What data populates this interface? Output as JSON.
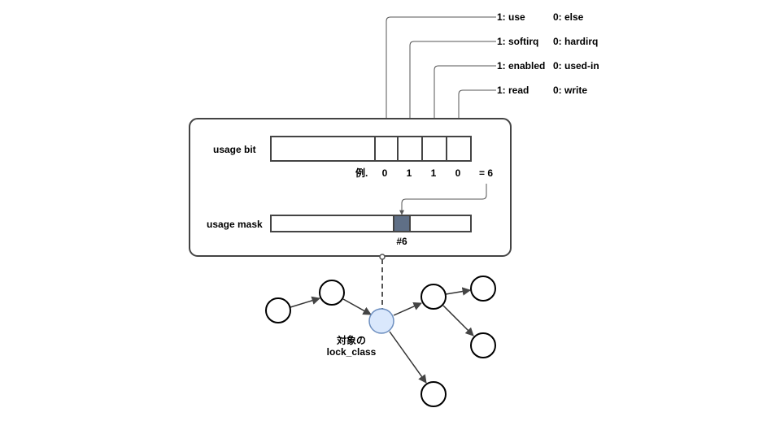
{
  "legend": [
    {
      "one": "1: use",
      "zero": "0: else"
    },
    {
      "one": "1: softirq",
      "zero": "0: hardirq"
    },
    {
      "one": "1: enabled",
      "zero": "0: used-in"
    },
    {
      "one": "1: read",
      "zero": "0: write"
    }
  ],
  "usage_bit": {
    "label": "usage bit",
    "example_prefix": "例.",
    "bits": [
      "0",
      "1",
      "1",
      "0"
    ],
    "result": "= 6"
  },
  "usage_mask": {
    "label": "usage mask",
    "marker": "#6",
    "marker_color": "#5f6f86"
  },
  "graph": {
    "target_label_line1": "対象の",
    "target_label_line2": "lock_class",
    "target_fill": "#dae8fc",
    "target_stroke": "#6c8ebf"
  },
  "colors": {
    "line": "#555555",
    "container": "#444444",
    "node_stroke": "#000000"
  }
}
